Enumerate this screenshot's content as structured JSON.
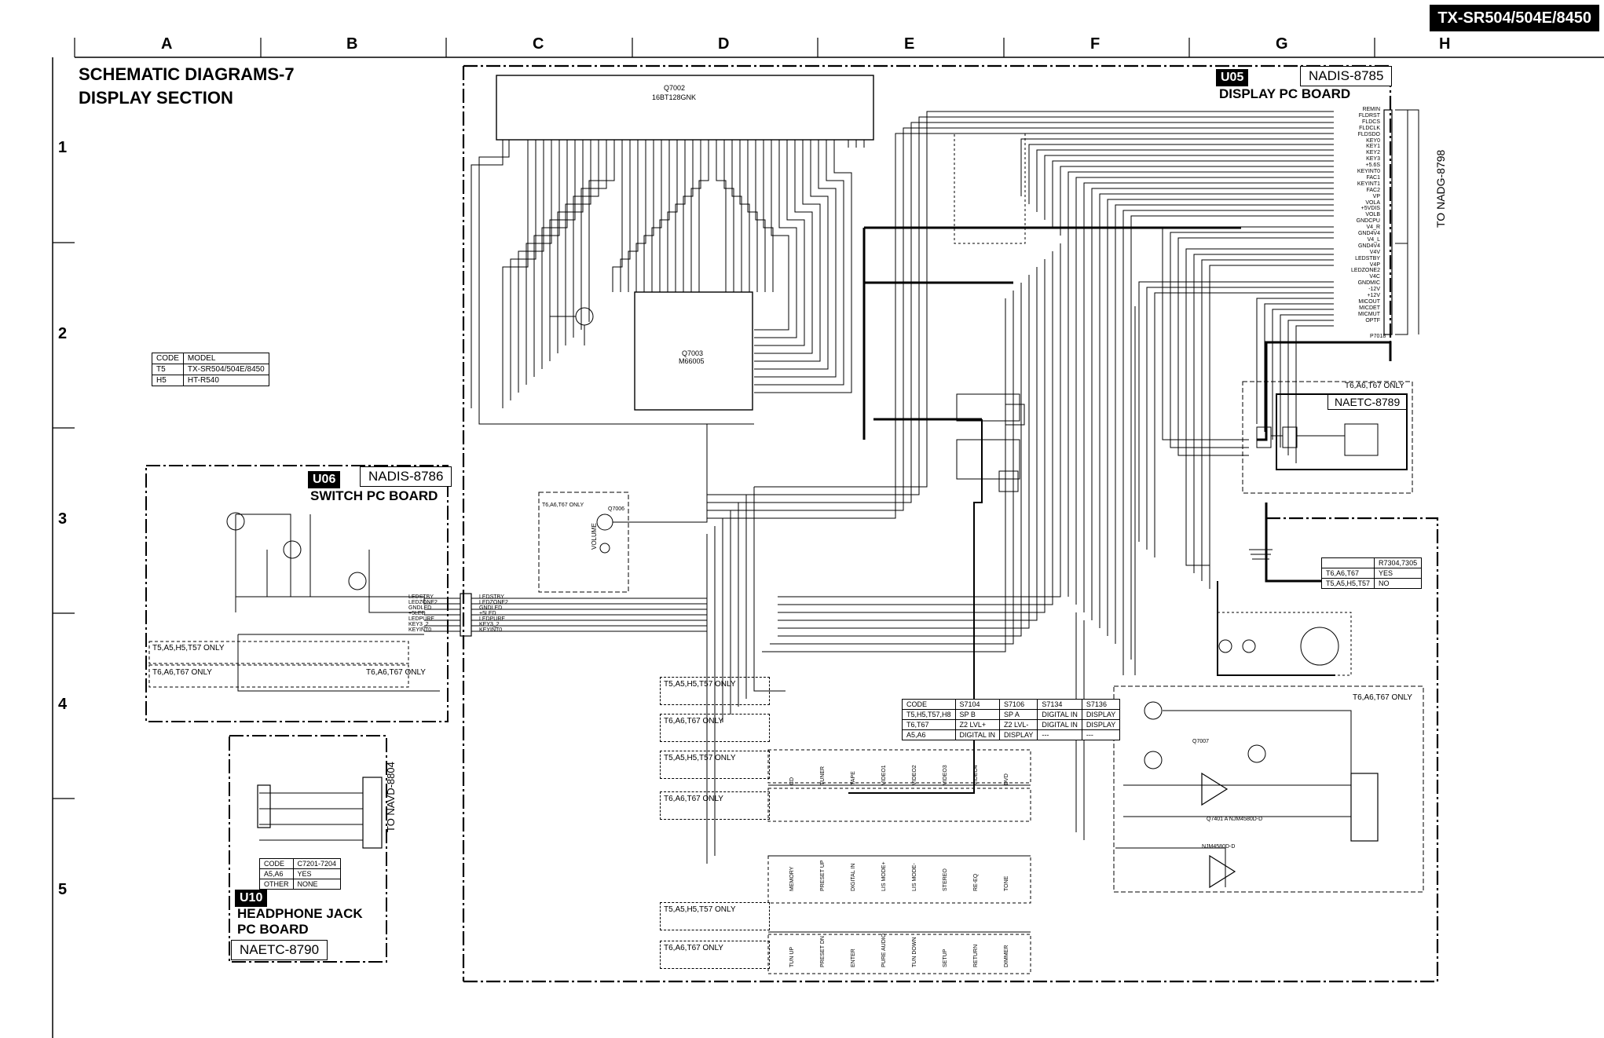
{
  "header": {
    "model": "TX-SR504/504E/8450",
    "columns": [
      "A",
      "B",
      "C",
      "D",
      "E",
      "F",
      "G",
      "H"
    ],
    "rows": [
      "1",
      "2",
      "3",
      "4",
      "5"
    ]
  },
  "title": {
    "line1": "SCHEMATIC DIAGRAMS-7",
    "line2": "DISPLAY SECTION"
  },
  "code_model_table": {
    "headers": [
      "CODE",
      "MODEL"
    ],
    "rows": [
      [
        "T5",
        "TX-SR504/504E/8450"
      ],
      [
        "H5",
        "HT-R540"
      ]
    ]
  },
  "boards": {
    "u05": {
      "tag": "U05",
      "number": "NADIS-8785",
      "title": "DISPLAY PC BOARD"
    },
    "u06": {
      "tag": "U06",
      "number": "NADIS-8786",
      "title": "SWITCH PC BOARD"
    },
    "u10": {
      "tag": "U10",
      "number": "NAETC-8790",
      "title_line1": "HEADPHONE JACK",
      "title_line2": "PC BOARD"
    },
    "naetc8789": {
      "number": "NAETC-8789",
      "note": "T6,A6,T67 ONLY"
    }
  },
  "chips": {
    "q7002": {
      "ref": "Q7002",
      "part": "16BT128GNK"
    },
    "q7003": {
      "ref": "Q7003",
      "part": "M66005"
    }
  },
  "connector_labels": [
    "REMIN",
    "FLDRST",
    "FLDCS",
    "FLDCLK",
    "FLDSDO",
    "KEY0",
    "KEY1",
    "KEY2",
    "KEY3",
    "+5.6S",
    "KEYINT0",
    "FAC1",
    "KEYINT1",
    "FAC2",
    "VP",
    "VOLA",
    "+5VDIS",
    "VOLB",
    "GNDCPU",
    "V4_R",
    "GND4V4",
    "V4_L",
    "GND4V4",
    "V4V",
    "LEDSTBY",
    "V4P",
    "LEDZONE2",
    "V4C",
    "GNDMIC",
    "-12V",
    "+12V",
    "MICOUT",
    "MICDET",
    "MICMUT",
    "OPTF"
  ],
  "connector_ref": "P7018",
  "to_nadg": "TO NADG-8798",
  "to_navd": "TO NAVD-8804",
  "u06_signals": [
    "LEDSTBY",
    "LEDZONE2",
    "GNDLED",
    "+5LED",
    "LEDPURE",
    "KEY3_2",
    "KEYINT0"
  ],
  "only_labels": {
    "t5_only": "T5,A5,H5,T57 ONLY",
    "t6_only": "T6,A6,T67 ONLY"
  },
  "switch_code_table": {
    "headers": [
      "CODE",
      "S7104",
      "S7106",
      "S7134",
      "S7136"
    ],
    "rows": [
      [
        "T5,H5,T57,H8",
        "SP B",
        "SP A",
        "DIGITAL IN",
        "DISPLAY"
      ],
      [
        "T6,T67",
        "Z2 LVL+",
        "Z2 LVL-",
        "DIGITAL IN",
        "DISPLAY"
      ],
      [
        "A5,A6",
        "DIGITAL IN",
        "DISPLAY",
        "---",
        "---"
      ]
    ]
  },
  "r7304_table": {
    "headers": [
      "",
      "R7304,7305"
    ],
    "rows": [
      [
        "T6,A6,T67",
        "YES"
      ],
      [
        "T5,A5,H5,T57",
        "NO"
      ]
    ]
  },
  "c7201_table": {
    "headers": [
      "CODE",
      "C7201-7204"
    ],
    "rows": [
      [
        "A5,A6",
        "YES"
      ],
      [
        "OTHER",
        "NONE"
      ]
    ]
  },
  "switch_row_labels": {
    "row1": [
      "CD",
      "TUNER",
      "TAPE",
      "VIDEO1",
      "VIDEO2",
      "VIDEO3",
      "VIDEO4",
      "DVD"
    ],
    "row2": [
      "MEMORY",
      "PRESET UP",
      "DIGITAL IN",
      "LIS MODE+",
      "LIS MODE-",
      "STEREO",
      "RE-EQ",
      "TONE"
    ],
    "row3": [
      "TUN UP",
      "PRESET DN",
      "ENTER",
      "PURE AUDIO",
      "TUN DOWN",
      "SETUP",
      "RETURN",
      "DIMMER"
    ]
  },
  "misc_refs": {
    "volume": "VOLUME",
    "q7006": "Q7006",
    "q7007": "Q7007",
    "q7401": "Q7401 A NJM4580D-D",
    "ic_label": "NJM4580D-D"
  }
}
